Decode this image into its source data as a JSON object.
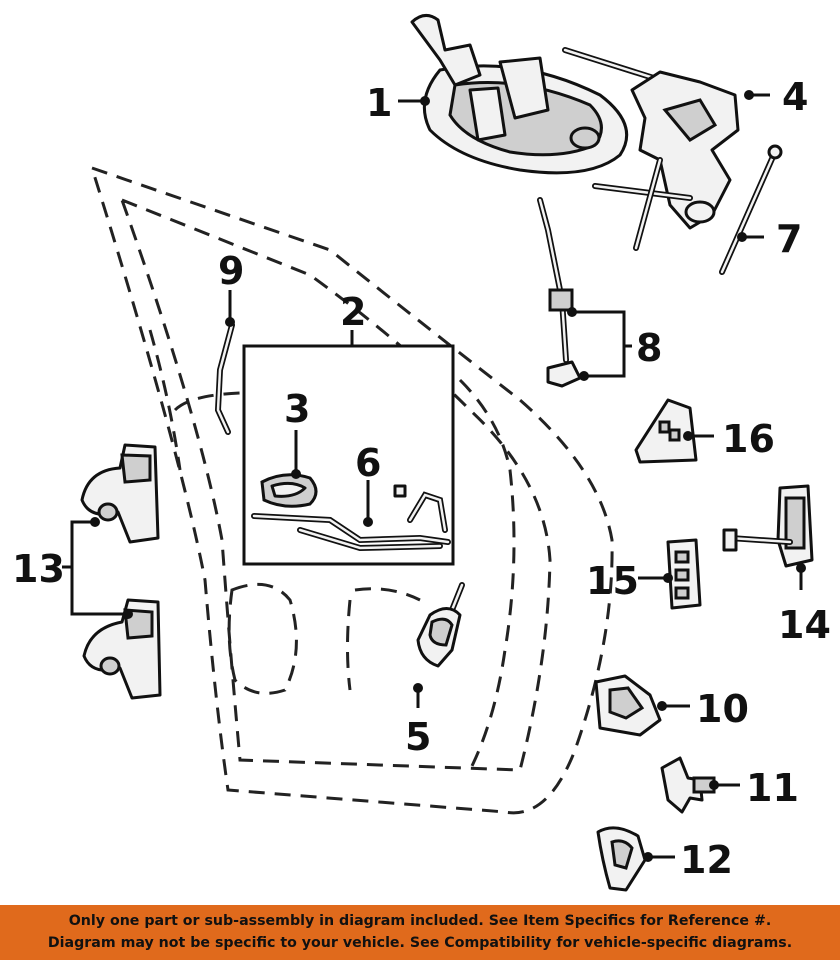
{
  "callouts": {
    "c1": "1",
    "c2": "2",
    "c3": "3",
    "c4": "4",
    "c5": "5",
    "c6": "6",
    "c7": "7",
    "c8": "8",
    "c9": "9",
    "c10": "10",
    "c11": "11",
    "c12": "12",
    "c13": "13",
    "c14": "14",
    "c15": "15",
    "c16": "16"
  },
  "footer": {
    "line1": "Only one part or sub-assembly in diagram included. See Item Specifics for Reference #.",
    "line2": "Diagram may not be specific to your vehicle. See Compatibility for vehicle-specific diagrams."
  },
  "colors": {
    "banner": "#e06a1c",
    "ink": "#111111"
  }
}
